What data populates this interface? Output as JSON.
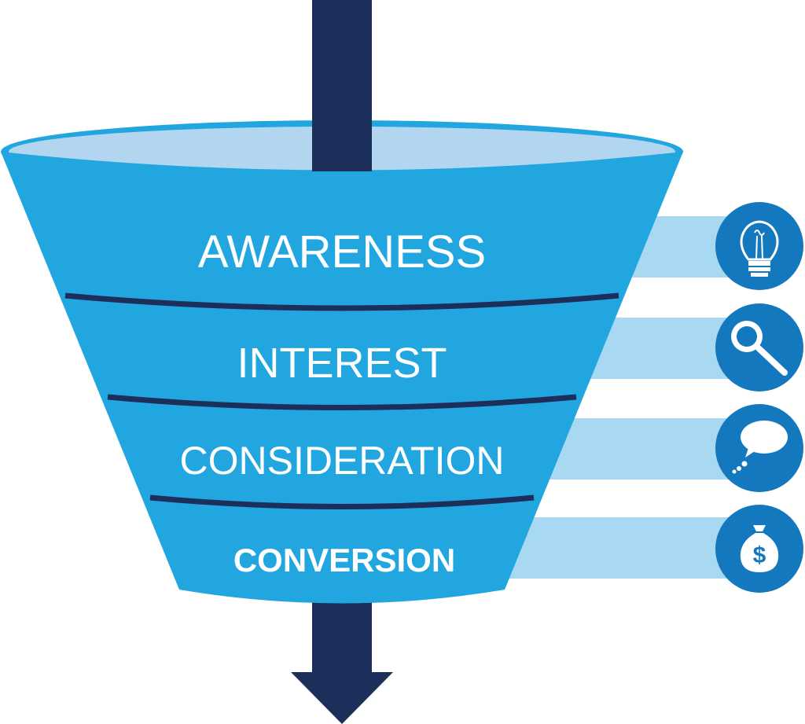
{
  "stages": [
    {
      "label": "AWARENESS",
      "icon": "lightbulb-icon"
    },
    {
      "label": "INTEREST",
      "icon": "magnifying-glass-icon"
    },
    {
      "label": "CONSIDERATION",
      "icon": "thought-bubble-icon"
    },
    {
      "label": "CONVERSION",
      "icon": "money-bag-icon"
    }
  ],
  "icon_symbols": {
    "currency": "$"
  },
  "colors": {
    "funnel_blue": "#22a6e0",
    "funnel_rim": "#b3d6f0",
    "divider_navy": "#1c2f5a",
    "arrow_navy": "#1c2f5a",
    "bar_light_blue": "#a8d8f2",
    "icon_circle": "#1478bf",
    "white": "#ffffff"
  }
}
